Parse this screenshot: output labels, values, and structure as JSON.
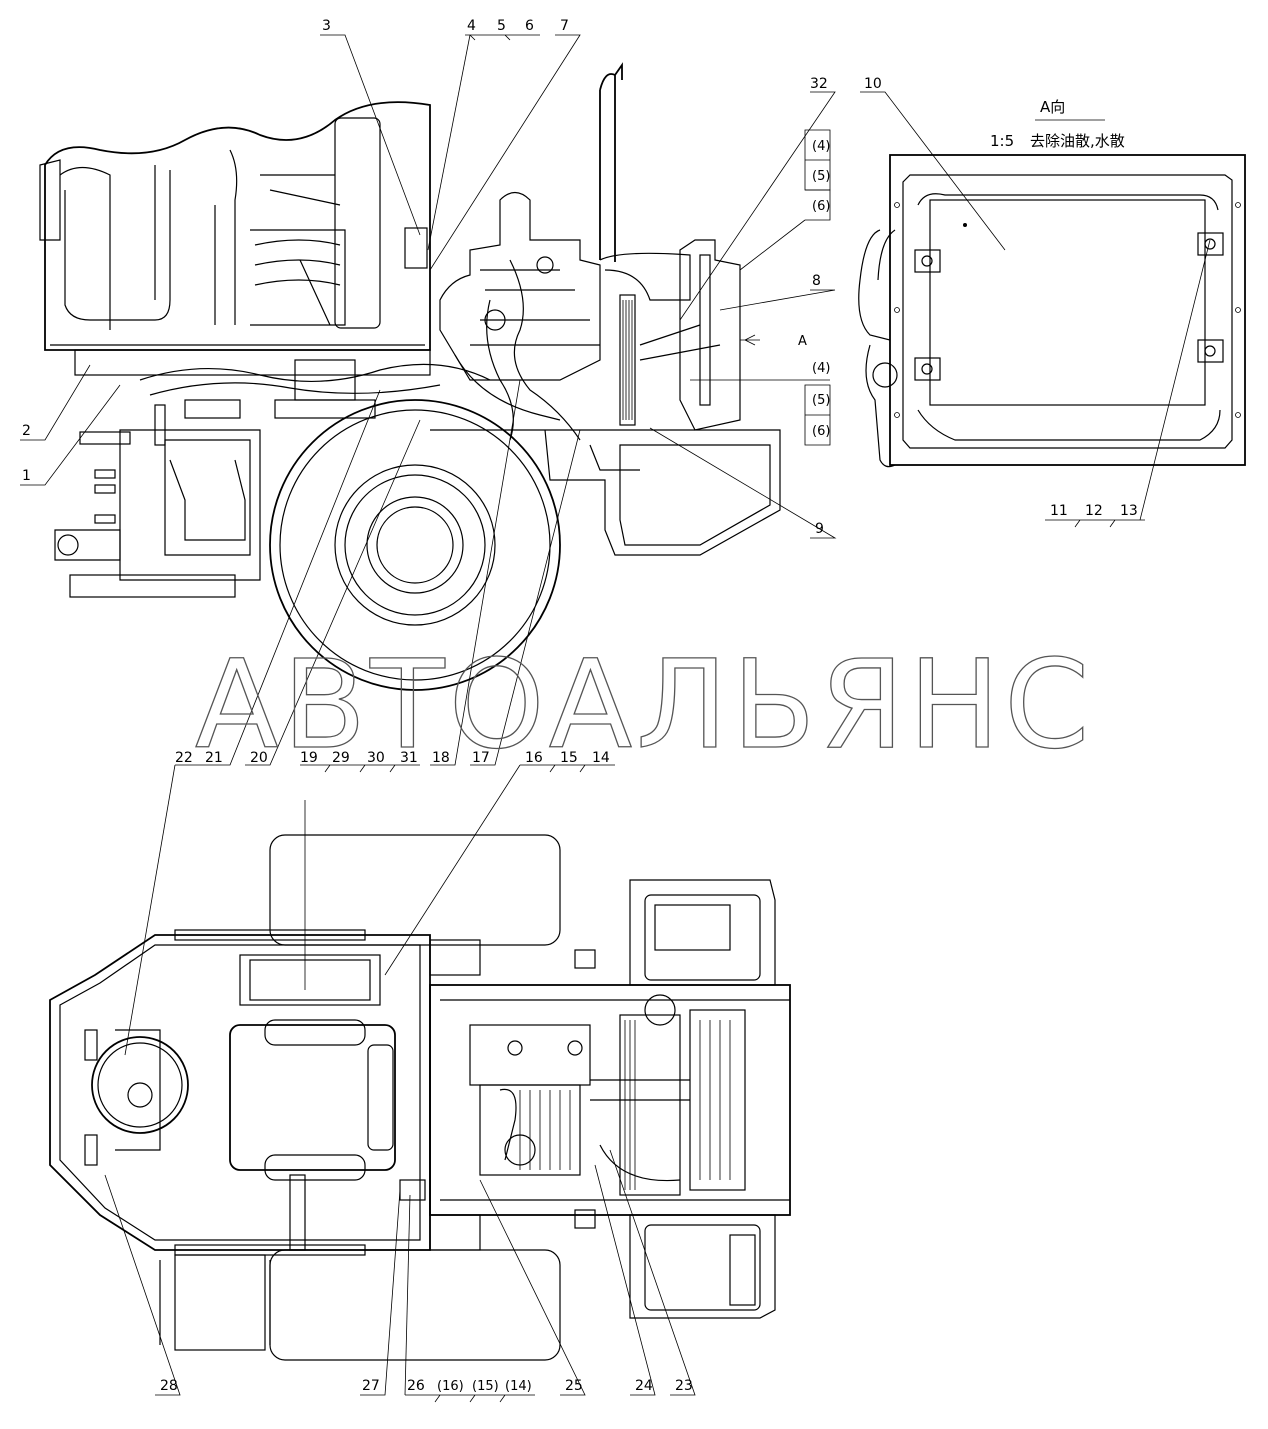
{
  "watermark": "АВТОАЛЬЯНС",
  "view_a": {
    "title": "A向",
    "scale": "1:5",
    "note": "去除油散,水散",
    "arrow_label": "A"
  },
  "callouts": {
    "c1": "1",
    "c2": "2",
    "c3": "3",
    "c4": "4",
    "c5": "5",
    "c6": "6",
    "c7": "7",
    "c8": "8",
    "c9": "9",
    "c10": "10",
    "c11": "11",
    "c12": "12",
    "c13": "13",
    "c14": "14",
    "c15": "15",
    "c16": "16",
    "c17": "17",
    "c18": "18",
    "c19": "19",
    "c20": "20",
    "c21": "21",
    "c22": "22",
    "c23": "23",
    "c24": "24",
    "c25": "25",
    "c26": "26",
    "c27": "27",
    "c28": "28",
    "c29": "29",
    "c30": "30",
    "c31": "31",
    "c32": "32",
    "p4": "(4)",
    "p5": "(5)",
    "p6": "(6)",
    "p14": "(14)",
    "p15": "(15)",
    "p16": "(16)"
  }
}
